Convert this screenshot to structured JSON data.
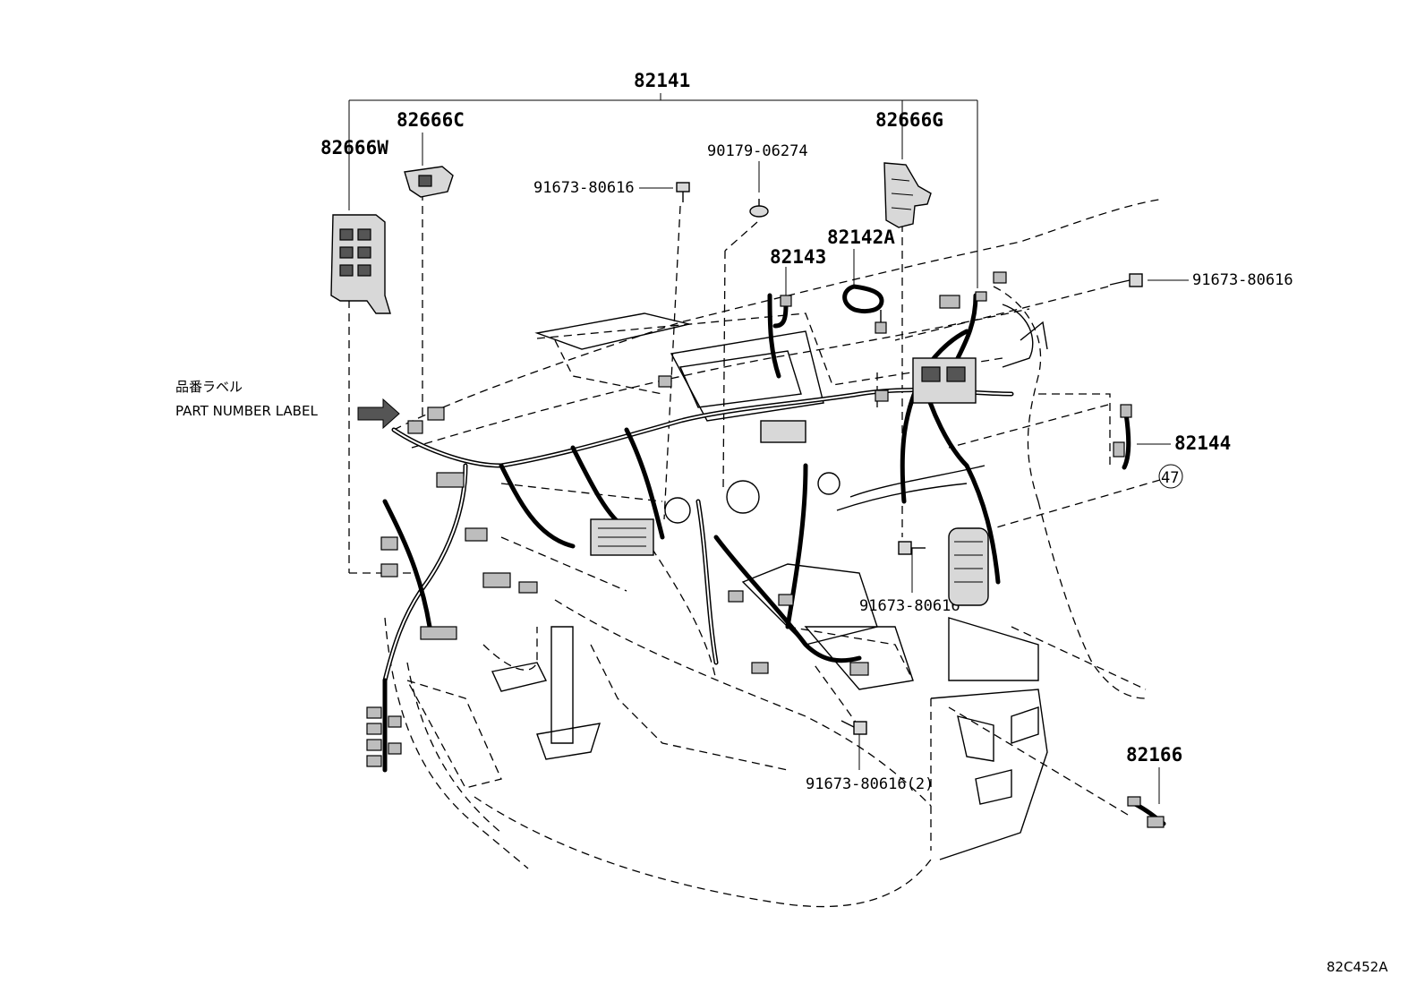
{
  "diagram_code": "82C452A",
  "part_number_label": {
    "jp": "品番ラベル",
    "en": "PART NUMBER LABEL"
  },
  "callouts": {
    "main_harness": "82141",
    "left_junction_block": "82666W",
    "left_bracket": "82666C",
    "right_bracket": "82666G",
    "clip": "90179-06274",
    "bolt_top_left": "91673-80616",
    "bolt_top_right": "91673-80616",
    "bolt_center": "91673-80616",
    "bolt_lower": "91673-80616(2)",
    "wire_82143": "82143",
    "wire_82142a": "82142A",
    "wire_82144": "82144",
    "wire_82166": "82166",
    "ref_circle": "47"
  }
}
